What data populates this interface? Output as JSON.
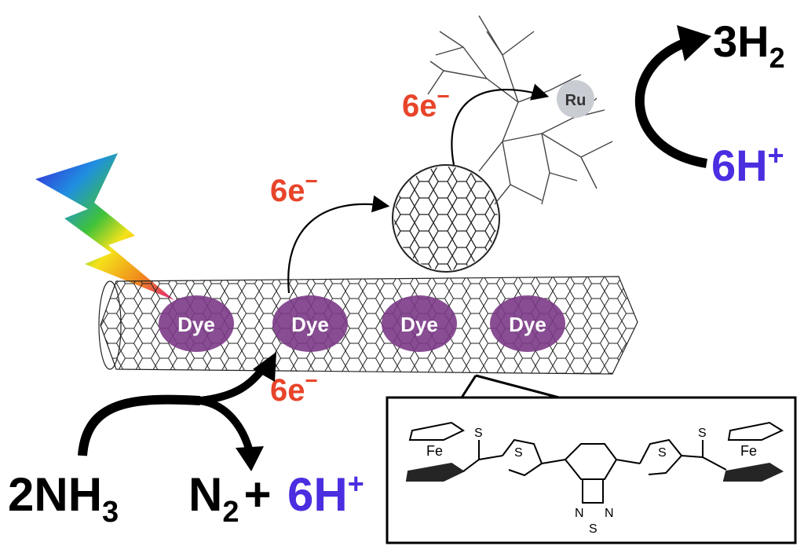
{
  "labels": {
    "electrons_top": "6e",
    "electrons_mid": "6e",
    "electrons_bottom": "6e",
    "minus": "−",
    "metal": "Ru",
    "dye": "Dye",
    "product_h2_coef": "3H",
    "product_h2_sub": "2",
    "protons_right": "6H",
    "protons_bottom": "6H",
    "plus_sup": "+",
    "reactant_coef": "2NH",
    "reactant_sub": "3",
    "nitrogen": "N",
    "nitrogen_sub": "2",
    "plus_sign": "+",
    "mol_s1": "S",
    "mol_s2": "S",
    "mol_s3": "S",
    "mol_s4": "S",
    "mol_s5": "S",
    "mol_fe1": "Fe",
    "mol_fe2": "Fe",
    "mol_n1": "N",
    "mol_n2": "N"
  },
  "colors": {
    "electron": "#e8442a",
    "proton": "#4a2ee0",
    "dye_fill": "#7b3a86",
    "ru_fill": "#c9ccd2",
    "black": "#000000"
  }
}
